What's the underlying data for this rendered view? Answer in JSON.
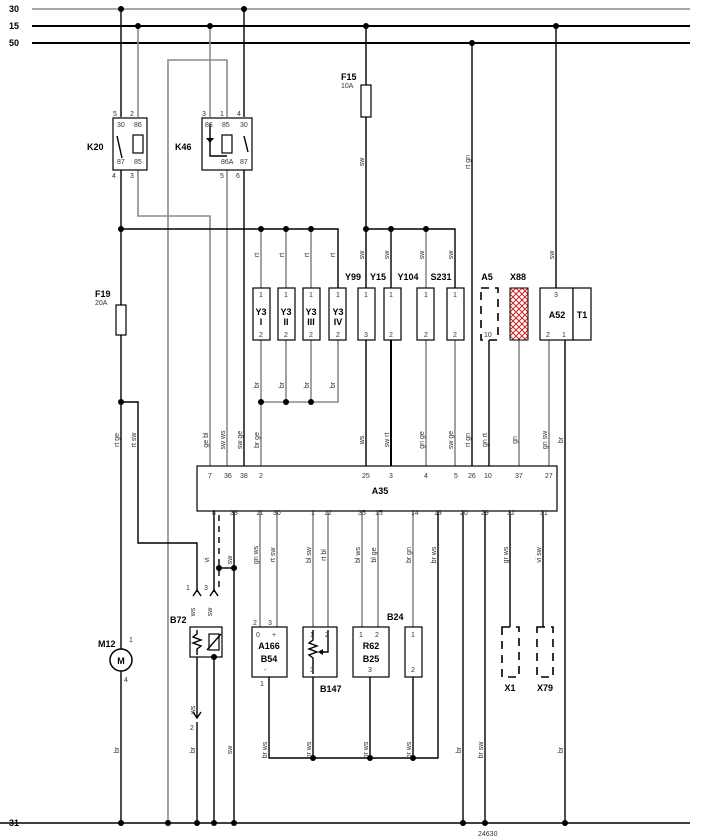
{
  "buses": [
    "30",
    "15",
    "50",
    "31"
  ],
  "components": {
    "K20": "K20",
    "K46": "K46",
    "F15": "F15",
    "F15_rating": "10A",
    "F19": "F19",
    "F19_rating": "20A",
    "Y3": "Y3",
    "Y3_I": "I",
    "Y3_II": "II",
    "Y3_III": "III",
    "Y3_IV": "IV",
    "Y99": "Y99",
    "Y15": "Y15",
    "Y104": "Y104",
    "S231": "S231",
    "A5": "A5",
    "X88": "X88",
    "A52": "A52",
    "T1": "T1",
    "A35": "A35",
    "B72": "B72",
    "A166": "A166",
    "B54": "B54",
    "B147": "B147",
    "R62": "R62",
    "B25": "B25",
    "B24": "B24",
    "X1": "X1",
    "X79": "X79",
    "M12": "M12",
    "M": "M"
  },
  "pins": [
    "5",
    "2",
    "30",
    "86",
    "87",
    "85",
    "4",
    "3",
    "3",
    "1",
    "4",
    "86",
    "85",
    "30",
    "86A",
    "87",
    "5",
    "6",
    "1",
    "2",
    "1",
    "2",
    "1",
    "2",
    "1",
    "2",
    "1",
    "3",
    "1",
    "2",
    "1",
    "2",
    "1",
    "2",
    "10",
    "3",
    "2",
    "1",
    "7",
    "36",
    "38",
    "2",
    "25",
    "3",
    "4",
    "5",
    "26",
    "10",
    "37",
    "27",
    "8",
    "33",
    "11",
    "30",
    "1",
    "12",
    "35",
    "15",
    "14",
    "13",
    "20",
    "29",
    "32",
    "31",
    "1",
    "3",
    "2",
    "2",
    "3",
    "0",
    "+",
    "-",
    "1",
    "1",
    "2",
    "3",
    "1",
    "2",
    "3",
    "1",
    "2",
    "1",
    "4"
  ],
  "wire_labels": [
    "rt",
    "rt",
    "rt",
    "rt",
    "sw",
    "sw",
    "sw",
    "sw",
    "sw",
    "sw",
    "rt gn",
    "br",
    "br",
    "br",
    "br",
    "ge bl",
    "sw ws",
    "sw ge",
    "br ge",
    "rt ge",
    "rt sw",
    "ws",
    "sw rt",
    "gn ge",
    "sw ge",
    "rt gn",
    "gn rt",
    "gn",
    "gn sw",
    "br",
    "gn ws",
    "rt sw",
    "bl sw",
    "rt bl",
    "bl ws",
    "bl ge",
    "br gn",
    "br ws",
    "gr ws",
    "vi sw",
    "vi",
    "sw",
    "ws",
    "sw",
    "ws",
    "br",
    "br",
    "sw",
    "br ws",
    "br ws",
    "br ws",
    "br ws",
    "br",
    "br sw",
    "br"
  ],
  "footer_code": "24630"
}
